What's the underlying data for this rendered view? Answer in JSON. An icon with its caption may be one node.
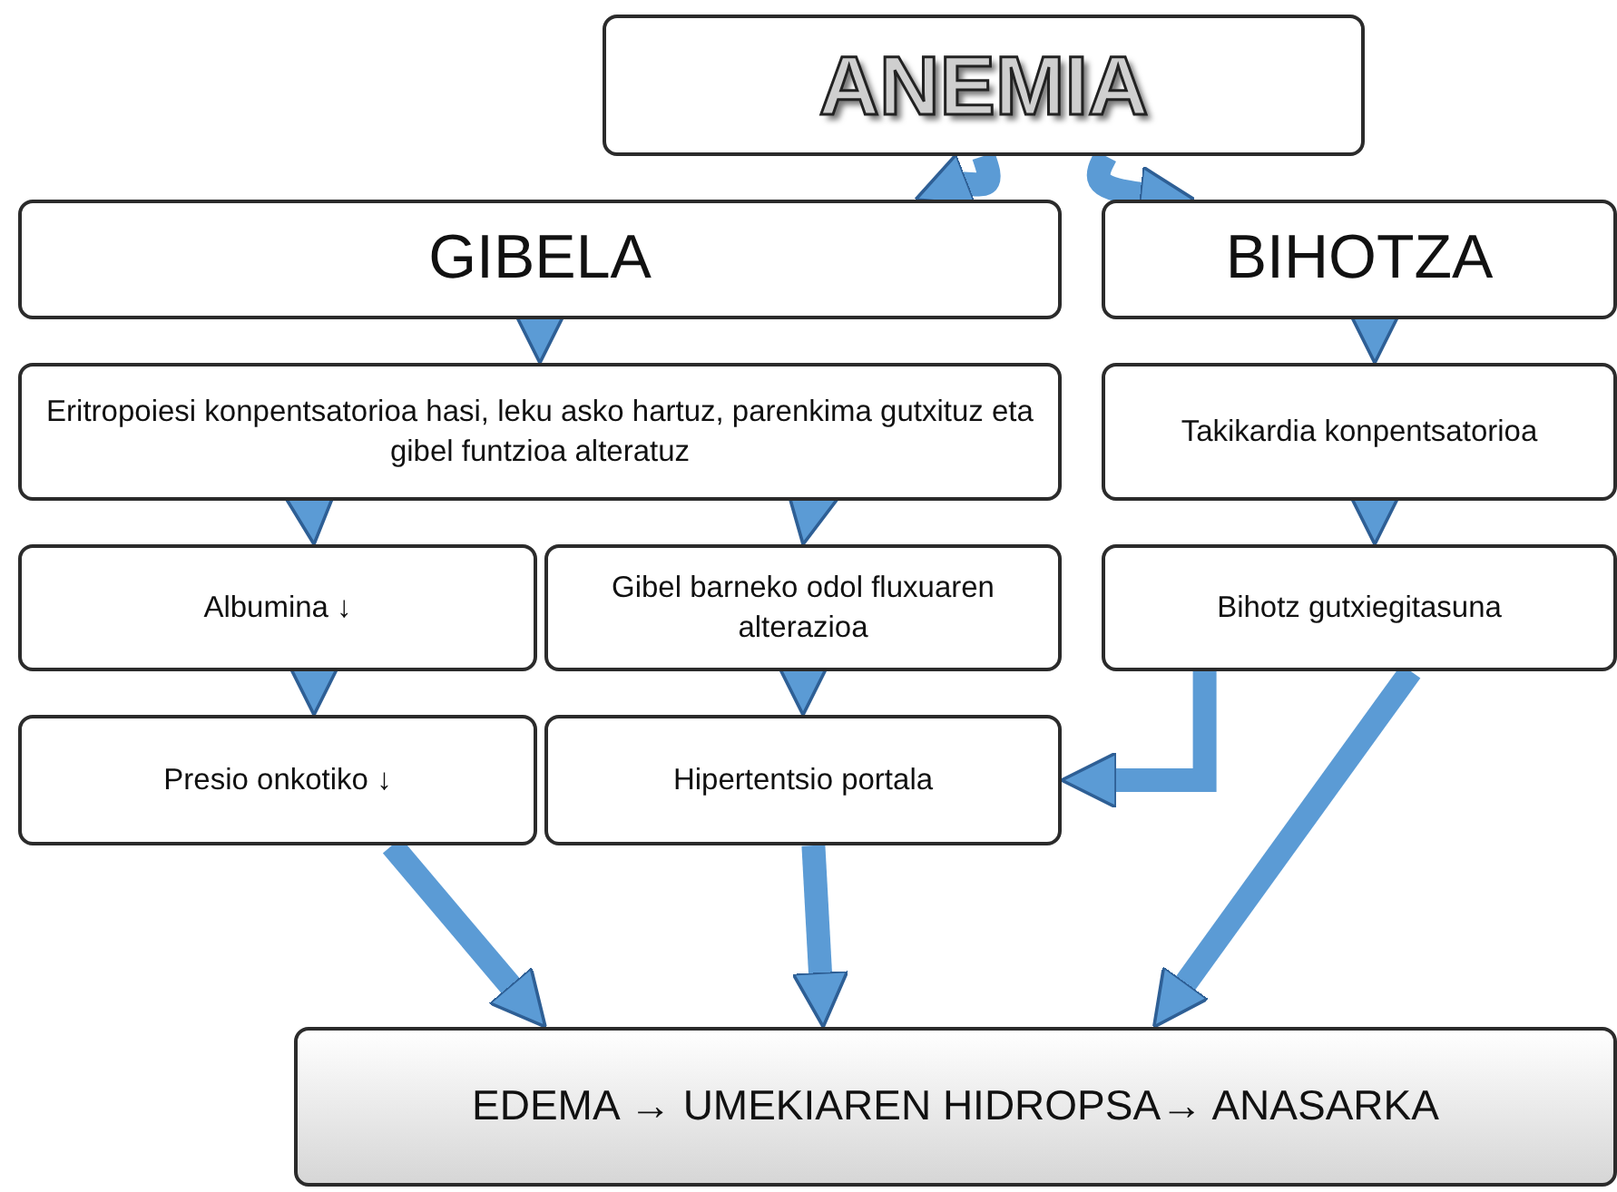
{
  "diagram": {
    "nodes": [
      {
        "text": [
          "ANEMIA"
        ]
      },
      {
        "text": [
          "GIBELA"
        ]
      },
      {
        "text": [
          "BIHOTZA"
        ]
      },
      {
        "text": [
          "Eritropoiesi konpentsatorioa hasi, leku asko hartuz, parenkima gutxituz eta gibel funtzioa alteratuz"
        ]
      },
      {
        "text": [
          "Takikardia konpentsatorioa"
        ]
      },
      {
        "text": [
          "Albumina ↓"
        ]
      },
      {
        "text": [
          "Gibel barneko odol fluxuaren alterazioa"
        ]
      },
      {
        "text": [
          "Bihotz gutxiegitasuna"
        ]
      },
      {
        "text": [
          "Presio onkotiko ↓"
        ]
      },
      {
        "text": [
          "Hipertentsio portala"
        ]
      },
      {
        "text": [
          "EDEMA → UMEKIAREN HIDROPSA→ ANASARKA"
        ]
      }
    ],
    "edges": [
      {
        "from": 0,
        "to": 1,
        "arrow": "to"
      },
      {
        "from": 0,
        "to": 2,
        "arrow": "to"
      },
      {
        "from": 1,
        "to": 3,
        "arrow": "to"
      },
      {
        "from": 2,
        "to": 4,
        "arrow": "to"
      },
      {
        "from": 3,
        "to": 5,
        "arrow": "to"
      },
      {
        "from": 3,
        "to": 6,
        "arrow": "to"
      },
      {
        "from": 4,
        "to": 7,
        "arrow": "to"
      },
      {
        "from": 5,
        "to": 8,
        "arrow": "to"
      },
      {
        "from": 6,
        "to": 9,
        "arrow": "to"
      },
      {
        "from": 7,
        "to": 9,
        "arrow": "to"
      },
      {
        "from": 8,
        "to": 10,
        "arrow": "to"
      },
      {
        "from": 9,
        "to": 10,
        "arrow": "to"
      },
      {
        "from": 7,
        "to": 10,
        "arrow": "to"
      }
    ]
  }
}
